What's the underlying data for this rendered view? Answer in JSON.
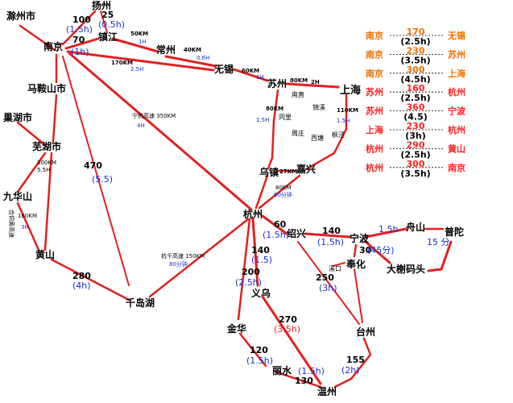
{
  "cities": [
    {
      "id": "chuzhou",
      "name": "滁州市"
    },
    {
      "id": "yangzhou",
      "name": "扬州"
    },
    {
      "id": "zhenjiang",
      "name": "镇江"
    },
    {
      "id": "nanjing",
      "name": "南京"
    },
    {
      "id": "changzhou",
      "name": "常州"
    },
    {
      "id": "wuxi",
      "name": "无锡"
    },
    {
      "id": "suzhou",
      "name": "苏州"
    },
    {
      "id": "shanghai",
      "name": "上海"
    },
    {
      "id": "maanshan",
      "name": "马鞍山市"
    },
    {
      "id": "chaohu",
      "name": "巢湖市"
    },
    {
      "id": "wuhu",
      "name": "芜湖市"
    },
    {
      "id": "jiuhuashan",
      "name": "九华山"
    },
    {
      "id": "huangshan",
      "name": "黄山"
    },
    {
      "id": "qiandaohu",
      "name": "千岛湖"
    },
    {
      "id": "hangzhou",
      "name": "杭州"
    },
    {
      "id": "wuzhen",
      "name": "乌镇"
    },
    {
      "id": "jiaxing",
      "name": "嘉兴"
    },
    {
      "id": "shaoxing",
      "name": "绍兴"
    },
    {
      "id": "ningbo",
      "name": "宁波"
    },
    {
      "id": "fenghua",
      "name": "奉化"
    },
    {
      "id": "zhoushan",
      "name": "舟山"
    },
    {
      "id": "putuo",
      "name": "普陀"
    },
    {
      "id": "daxiemaotou",
      "name": "大榭码头"
    },
    {
      "id": "yiwu",
      "name": "义乌"
    },
    {
      "id": "jinhua",
      "name": "金华"
    },
    {
      "id": "lishui",
      "name": "丽水"
    },
    {
      "id": "wenzhou",
      "name": "温州"
    },
    {
      "id": "taizhou",
      "name": "台州"
    }
  ],
  "towns": [
    {
      "id": "shuangqiao",
      "name": "周庄"
    },
    {
      "id": "luzhi",
      "name": "甪直"
    },
    {
      "id": "jinxi",
      "name": "锦溪"
    },
    {
      "id": "tongli",
      "name": "同里"
    },
    {
      "id": "xitang",
      "name": "西塘"
    },
    {
      "id": "fengjing",
      "name": "枫泾"
    },
    {
      "id": "xikou",
      "name": "溪口"
    }
  ],
  "route_labels": [
    {
      "id": "r_nj_yz_km",
      "text": "100"
    },
    {
      "id": "r_nj_yz_t",
      "text": "(1.5h)"
    },
    {
      "id": "r_zj_yz_km",
      "text": "25"
    },
    {
      "id": "r_zj_yz_t",
      "text": "(0.5h)"
    },
    {
      "id": "r_nj_zj_km",
      "text": "70"
    },
    {
      "id": "r_nj_zj_t",
      "text": "(1h)"
    },
    {
      "id": "r_zj_cz_km",
      "text": "50KM"
    },
    {
      "id": "r_zj_cz_t",
      "text": "1H"
    },
    {
      "id": "r_cz_wx_km",
      "text": "40KM"
    },
    {
      "id": "r_cz_wx_t",
      "text": "0.6H"
    },
    {
      "id": "r_nj_wx_km",
      "text": "170KM"
    },
    {
      "id": "r_nj_wx_t",
      "text": "2.5H"
    },
    {
      "id": "r_wx_sz_km",
      "text": "60KM"
    },
    {
      "id": "r_wx_sz_t",
      "text": "1H"
    },
    {
      "id": "r_sz_sh_km",
      "text": "80KM"
    },
    {
      "id": "r_sz_sh_t",
      "text": "2H"
    },
    {
      "id": "r_sz_wz_km",
      "text": "80KM"
    },
    {
      "id": "r_sz_wz_t",
      "text": "1.5H"
    },
    {
      "id": "r_sh_jx_km",
      "text": "110KM"
    },
    {
      "id": "r_sh_jx_t",
      "text": "1.5H"
    },
    {
      "id": "r_wz_jx_km",
      "text": "27KM"
    },
    {
      "id": "r_hz_wz_km",
      "text": "80KM"
    },
    {
      "id": "r_hz_wz_t",
      "text": "80分钟"
    },
    {
      "id": "r_nj_hz_name",
      "text": "宁杭高速 350KM"
    },
    {
      "id": "r_nj_hz_t",
      "text": "4H"
    },
    {
      "id": "r_wh_hs_km",
      "text": "300KM"
    },
    {
      "id": "r_wh_hs_t",
      "text": "5.5H"
    },
    {
      "id": "r_nj_qdh_km",
      "text": "470"
    },
    {
      "id": "r_nj_qdh_t",
      "text": "(5.5)"
    },
    {
      "id": "r_jhs_hs_km",
      "text": "160KM"
    },
    {
      "id": "r_jhs_hs_t",
      "text": "3H"
    },
    {
      "id": "r_jhs_hs_road",
      "text": "合铜黄高速"
    },
    {
      "id": "r_hs_qdh_km",
      "text": "280"
    },
    {
      "id": "r_hs_qdh_t",
      "text": "(4h)"
    },
    {
      "id": "r_hz_qdh_name",
      "text": "杭千高速 150KM"
    },
    {
      "id": "r_hz_qdh_t",
      "text": "80分钟"
    },
    {
      "id": "r_hz_sx_km",
      "text": "60"
    },
    {
      "id": "r_hz_sx_t",
      "text": "(1.5h)"
    },
    {
      "id": "r_sx_nb_km",
      "text": "140"
    },
    {
      "id": "r_sx_nb_t",
      "text": "(1.5h)"
    },
    {
      "id": "r_nb_fh_km",
      "text": "30"
    },
    {
      "id": "r_nb_zs_t",
      "text": "1.5h"
    },
    {
      "id": "r_nb_zs_t2",
      "text": "(45分)"
    },
    {
      "id": "r_zs_pt_t",
      "text": "15 分"
    },
    {
      "id": "r_hz_yw_km",
      "text": "140"
    },
    {
      "id": "r_hz_yw_t",
      "text": "(1.5)"
    },
    {
      "id": "r_hz_jh_km",
      "text": "200"
    },
    {
      "id": "r_hz_jh_t",
      "text": "(2.5h)"
    },
    {
      "id": "r_sx_tz_km",
      "text": "250"
    },
    {
      "id": "r_sx_tz_t",
      "text": "(3h)"
    },
    {
      "id": "r_yw_wz_km",
      "text": "270"
    },
    {
      "id": "r_yw_wz_t",
      "text": "(3.5h)"
    },
    {
      "id": "r_jh_ls_km",
      "text": "120"
    },
    {
      "id": "r_jh_ls_t",
      "text": "(1.5h)"
    },
    {
      "id": "r_ls_wz_t",
      "text": "(1.5h)"
    },
    {
      "id": "r_ls_wz_km",
      "text": "130"
    },
    {
      "id": "r_tz_wz_km",
      "text": "155"
    },
    {
      "id": "r_tz_wz_t",
      "text": "(2h)"
    }
  ],
  "legend": [
    {
      "from": "南京",
      "to": "无锡",
      "km": "170",
      "time": "(2.5h)",
      "km_color": "#f07000",
      "city_color": "#f07000"
    },
    {
      "from": "南京",
      "to": "苏州",
      "km": "230",
      "time": "(3.5h)",
      "km_color": "#f07000",
      "city_color": "#f07000"
    },
    {
      "from": "南京",
      "to": "上海",
      "km": "300",
      "time": "(4.5h)",
      "km_color": "#f07000",
      "city_color": "#f07000"
    },
    {
      "from": "苏州",
      "to": "杭州",
      "km": "160",
      "time": "(2.5h)",
      "km_color": "#ff2020",
      "city_color": "#ff2020"
    },
    {
      "from": "苏州",
      "to": "宁波",
      "km": "360",
      "time": "(4.5)",
      "km_color": "#ff2020",
      "city_color": "#ff2020"
    },
    {
      "from": "上海",
      "to": "杭州",
      "km": "230",
      "time": "(3h)",
      "km_color": "#ff2020",
      "city_color": "#ff2020"
    },
    {
      "from": "杭州",
      "to": "黄山",
      "km": "290",
      "time": "(2.5h)",
      "km_color": "#ff2020",
      "city_color": "#ff2020"
    },
    {
      "from": "杭州",
      "to": "南京",
      "km": "300",
      "time": "(3.5h)",
      "km_color": "#ff2020",
      "city_color": "#ff2020"
    }
  ],
  "colors": {
    "road": "#e02020",
    "city_text": "#000000",
    "km_text": "#000000",
    "time_text": "#1a2fcc",
    "small_text": "#1a2fcc",
    "red_text": "#e02020",
    "legend_dash": "#000000"
  }
}
